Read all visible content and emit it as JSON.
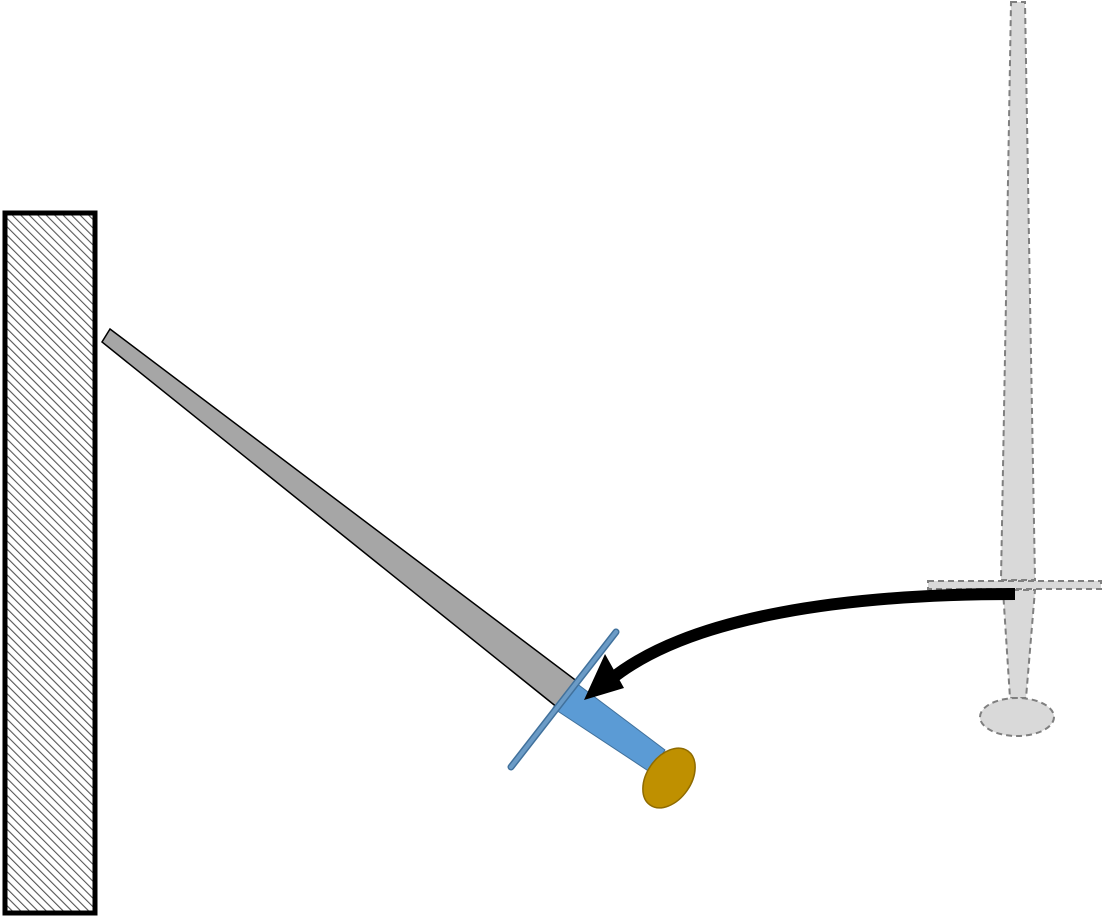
{
  "diagram": {
    "wall": {
      "fill_pattern": "diagonal-hatch",
      "stroke": "#000000",
      "hatch_color": "#555555"
    },
    "leaning_sword": {
      "blade_color": "#a6a6a6",
      "guard_color": "#5b9bd5",
      "grip_color": "#5b9bd5",
      "pommel_color": "#bf9000"
    },
    "ghost_sword": {
      "fill": "#d9d9d9",
      "stroke": "#7f7f7f",
      "stroke_style": "dashed"
    },
    "arrow": {
      "color": "#000000",
      "direction": "from-ghost-sword-to-leaning-sword-guard"
    }
  }
}
